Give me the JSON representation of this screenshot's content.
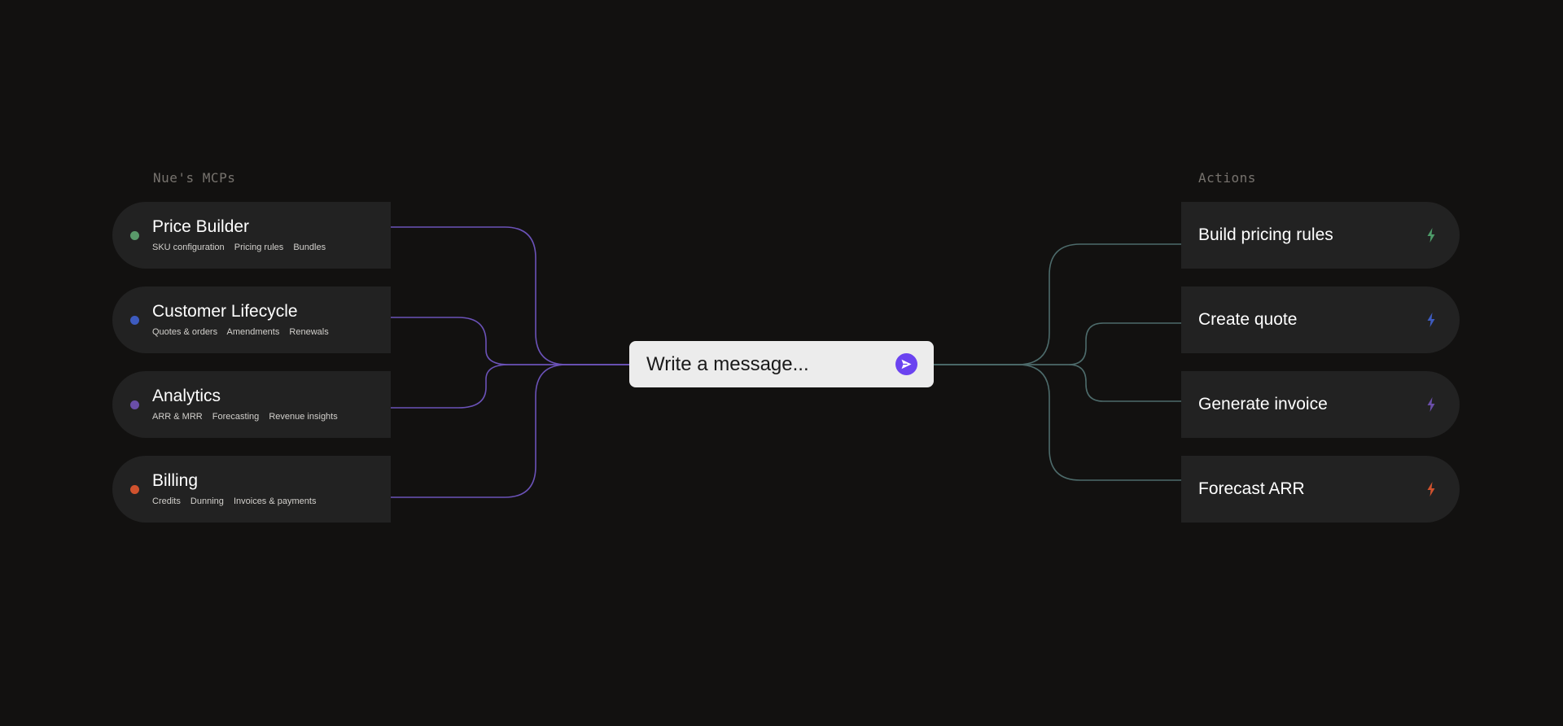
{
  "mcps": {
    "heading": "Nue's MCPs",
    "items": [
      {
        "title": "Price Builder",
        "color": "#5a9a6a",
        "tags": [
          "SKU configuration",
          "Pricing rules",
          "Bundles"
        ]
      },
      {
        "title": "Customer Lifecycle",
        "color": "#3d5bbf",
        "tags": [
          "Quotes & orders",
          "Amendments",
          "Renewals"
        ]
      },
      {
        "title": "Analytics",
        "color": "#6a4ea8",
        "tags": [
          "ARR & MRR",
          "Forecasting",
          "Revenue insights"
        ]
      },
      {
        "title": "Billing",
        "color": "#d0522e",
        "tags": [
          "Credits",
          "Dunning",
          "Invoices & payments"
        ]
      }
    ]
  },
  "message": {
    "placeholder": "Write a message...",
    "send_icon": "send-icon",
    "send_color": "#6b43f0"
  },
  "actions": {
    "heading": "Actions",
    "items": [
      {
        "label": "Build pricing rules",
        "icon": "bolt-icon",
        "color": "#4d9a68"
      },
      {
        "label": "Create quote",
        "icon": "bolt-icon",
        "color": "#3d5bbf"
      },
      {
        "label": "Generate invoice",
        "icon": "bolt-icon",
        "color": "#6a4ea8"
      },
      {
        "label": "Forecast ARR",
        "icon": "bolt-icon",
        "color": "#d0522e"
      }
    ]
  },
  "connector_colors": {
    "left": "#6b52b8",
    "right": "#4d6b6b"
  }
}
